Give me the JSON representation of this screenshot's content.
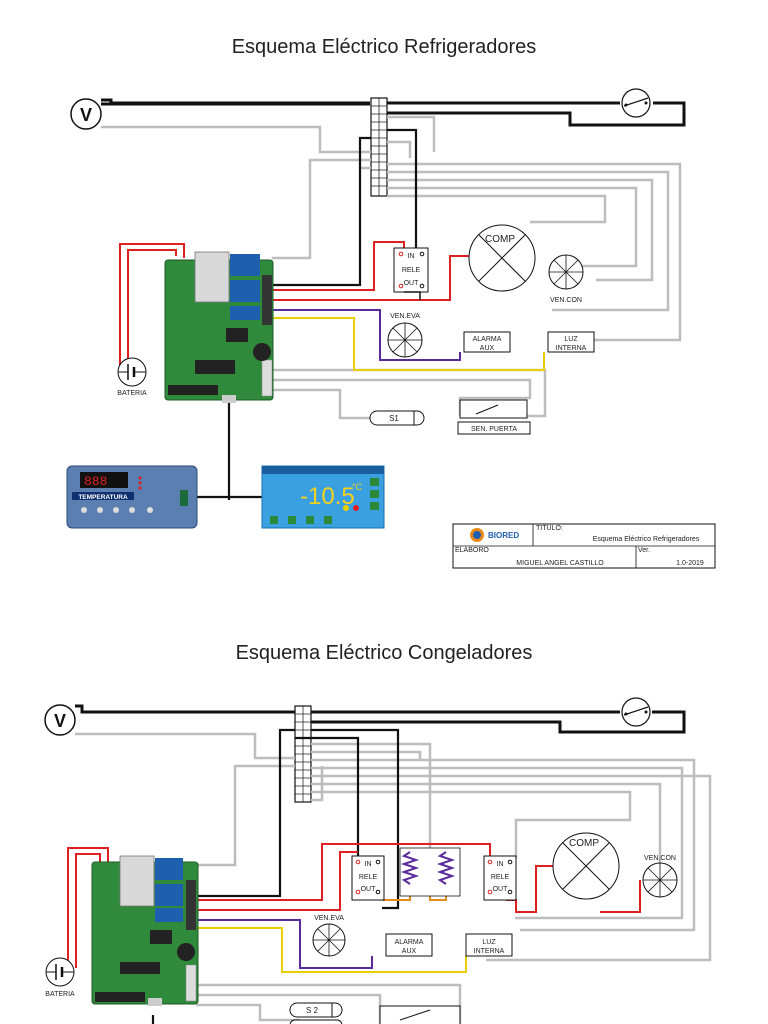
{
  "diagrams": [
    {
      "title": "Esquema Eléctrico  Refrigeradores",
      "labels": {
        "voltmeter": "V",
        "relay_in": "IN",
        "relay_rele": "RELE",
        "relay_out": "OUT",
        "compressor": "COMP",
        "condenser_fan": "VEN.CON",
        "evaporator_fan": "VEN.EVA",
        "alarm_line1": "ALARMA",
        "alarm_line2": "AUX",
        "light_line1": "LUZ",
        "light_line2": "INTERNA",
        "battery": "BATERIA",
        "sensor": "S1",
        "door_sensor": "SEN. PUERTA"
      },
      "display": {
        "reading": "-10.5",
        "unit": "°C",
        "panel_label": "TEMPERATURA"
      }
    },
    {
      "title": "Esquema Eléctrico  Congeladores",
      "labels": {
        "voltmeter": "V",
        "relay1_in": "IN",
        "relay1_rele": "RELE",
        "relay1_out": "OUT",
        "relay2_in": "IN",
        "relay2_rele": "RELE",
        "relay2_out": "OUT",
        "compressor": "COMP",
        "condenser_fan": "VEN.CON",
        "evaporator_fan": "VEN.EVA",
        "alarm_line1": "ALARMA",
        "alarm_line2": "AUX",
        "light_line1": "LUZ",
        "light_line2": "INTERNA",
        "battery": "BATERIA",
        "sensor": "S 2"
      }
    }
  ],
  "title_block": {
    "brand": "BIORED",
    "titulo_label": "TITULO:",
    "titulo_value": "Esquema Eléctrico  Refrigeradores",
    "elaboro_label": "ELABORO",
    "elaboro_value": "MIGUEL ANGEL CASTILLO",
    "ver_label": "Ver.",
    "ver_value": "1.0-2019"
  },
  "colors": {
    "wire_black": "#111111",
    "wire_gray": "#bdbdbd",
    "wire_red": "#e02020",
    "wire_purple": "#5a2a9a",
    "wire_yellow": "#e8d000",
    "wire_orange": "#e58a1a",
    "board_green": "#2f8a3c",
    "display_blue": "#3aa0e0",
    "brand_blue": "#1f5fb0"
  }
}
